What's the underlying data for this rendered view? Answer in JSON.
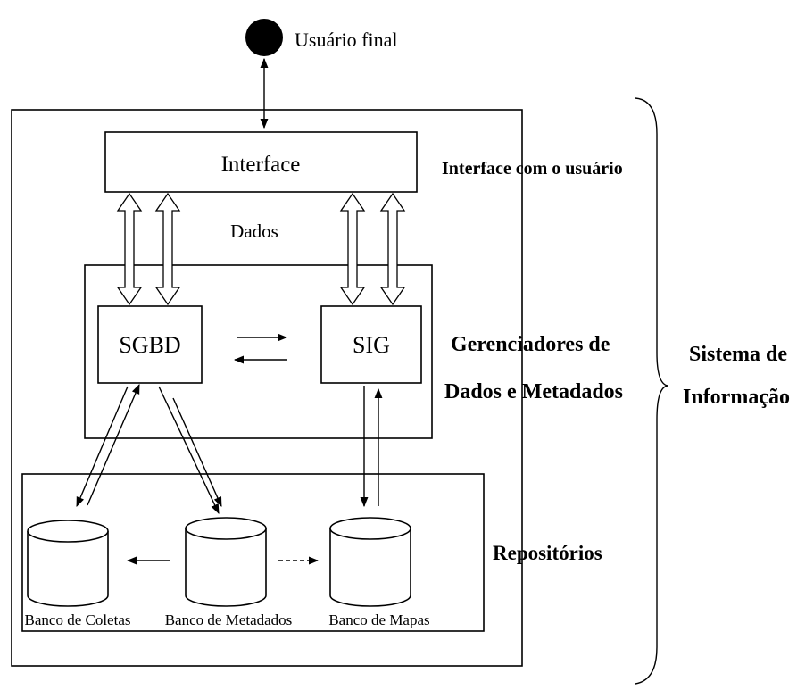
{
  "labels": {
    "end_user": "Usuário final",
    "interface": "Interface",
    "interface_layer": "Interface com o usuário",
    "data": "Dados",
    "sgbd": "SGBD",
    "sig": "SIG",
    "managers_line1": "Gerenciadores de",
    "managers_line2": "Dados e Metadados",
    "system_line1": "Sistema de",
    "system_line2": "Informação",
    "repositories": "Repositórios",
    "bank_collections": "Banco de Coletas",
    "bank_metadata": "Banco de Metadados",
    "bank_maps": "Banco de Mapas"
  }
}
